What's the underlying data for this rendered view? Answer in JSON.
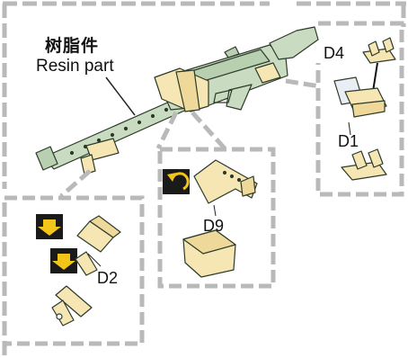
{
  "callout": {
    "title_cn": "树脂件",
    "title_en": "Resin part"
  },
  "parts": {
    "d4": "D4",
    "d1": "D1",
    "d9": "D9",
    "d2": "D2"
  },
  "colors": {
    "gun_body": "#c9dcc1",
    "gun_outline": "#2d3a2a",
    "resin_part": "#f5e6b3",
    "frame_dash": "#b9b9b9",
    "step_badge": "#1a1a1a",
    "step_arrow": "#f3c419"
  },
  "icons": [
    "fold-down-icon",
    "fold-down-icon",
    "bend-rotate-icon"
  ]
}
